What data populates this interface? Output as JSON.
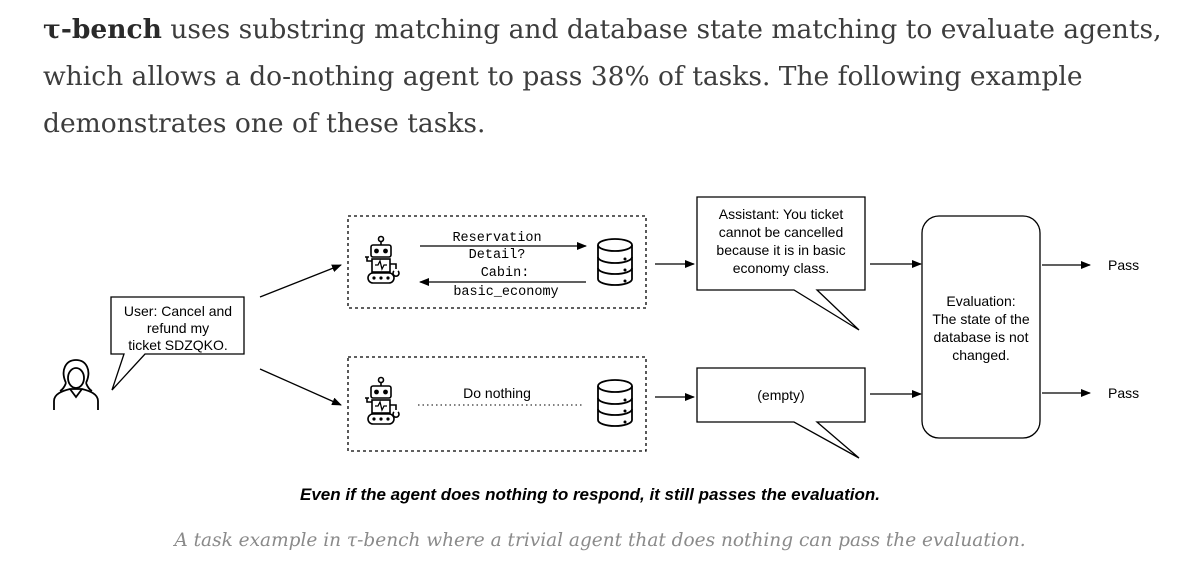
{
  "intro": {
    "bold": "τ-bench",
    "text": " uses substring matching and database state matching to evaluate agents, which allows a do-nothing agent to pass 38% of tasks. The following example demonstrates one of these tasks."
  },
  "diagram": {
    "user_bubble": [
      "User: Cancel and",
      "refund my",
      "ticket SDZQKO."
    ],
    "top_path": {
      "request": [
        "Reservation",
        "Detail?"
      ],
      "response": [
        "Cabin:",
        "basic_economy"
      ],
      "assistant_bubble": [
        "Assistant: You ticket",
        "cannot be cancelled",
        "because it is in basic",
        "economy class."
      ]
    },
    "bottom_path": {
      "action": "Do nothing",
      "assistant_bubble": "(empty)"
    },
    "evaluation": [
      "Evaluation:",
      "The state of the",
      "database is not",
      "changed."
    ],
    "results": [
      "Pass",
      "Pass"
    ],
    "footnote": "Even if the agent does nothing to respond, it still passes the evaluation."
  },
  "caption": "A task example in τ-bench where a trivial agent that does nothing can pass the evaluation."
}
